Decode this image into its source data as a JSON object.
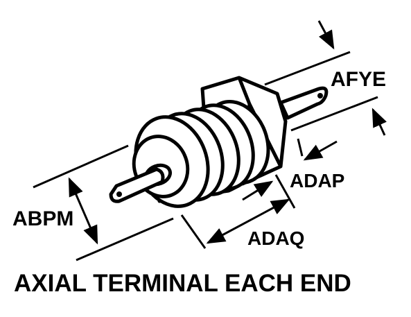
{
  "labels": {
    "afye": "AFYE",
    "adap": "ADAP",
    "abpm": "ABPM",
    "adaq": "ADAQ"
  },
  "caption": "AXIAL TERMINAL EACH END",
  "colors": {
    "ink": "#000000",
    "paper": "#ffffff"
  }
}
